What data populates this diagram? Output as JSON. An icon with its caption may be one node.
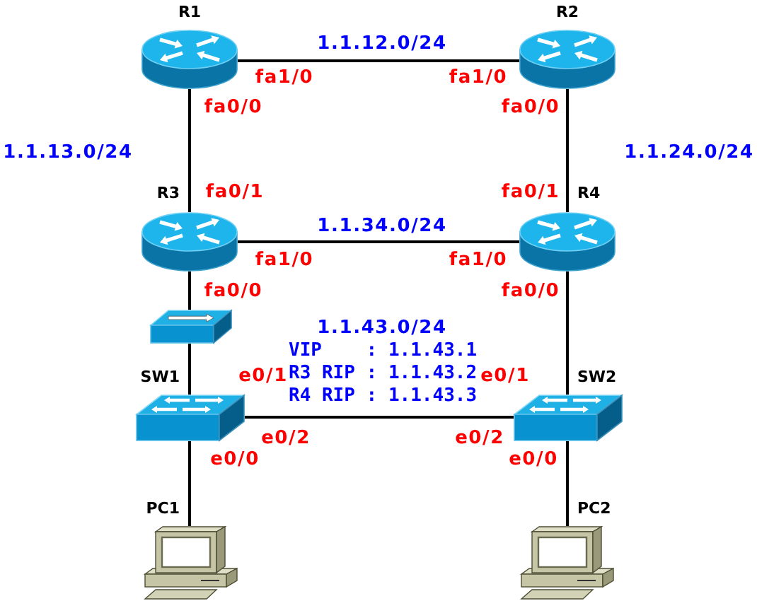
{
  "diagram": {
    "nodes": [
      {
        "text": [
          "R1"
        ],
        "beside": [
          "fa1/0",
          "fa0/0"
        ]
      },
      {
        "text": [
          "R2"
        ],
        "beside": [
          "fa1/0",
          "fa0/0"
        ]
      },
      {
        "text": [
          "R3"
        ],
        "beside": [
          "fa0/1",
          "fa1/0",
          "fa0/0"
        ]
      },
      {
        "text": [
          "R4"
        ],
        "beside": [
          "fa0/1",
          "fa1/0",
          "fa0/0"
        ]
      },
      {
        "text": [],
        "shape": "picture"
      },
      {
        "text": [
          "SW1"
        ],
        "beside": [
          "e0/1",
          "e0/2",
          "e0/0"
        ]
      },
      {
        "text": [
          "SW2"
        ],
        "beside": [
          "e0/1",
          "e0/2",
          "e0/0"
        ]
      },
      {
        "text": [
          "PC1"
        ]
      },
      {
        "text": [
          "PC2"
        ]
      }
    ],
    "edges": [
      {
        "from": 0,
        "to": 1,
        "arrow": "none",
        "label": "1.1.12.0/24"
      },
      {
        "from": 0,
        "to": 2,
        "arrow": "none",
        "label": "1.1.13.0/24"
      },
      {
        "from": 1,
        "to": 3,
        "arrow": "none",
        "label": "1.1.24.0/24"
      },
      {
        "from": 2,
        "to": 3,
        "arrow": "none",
        "label": "1.1.34.0/24"
      },
      {
        "from": 2,
        "to": 4,
        "arrow": "none"
      },
      {
        "from": 4,
        "to": 5,
        "arrow": "none"
      },
      {
        "from": 3,
        "to": 6,
        "arrow": "none"
      },
      {
        "from": 5,
        "to": 6,
        "arrow": "none"
      },
      {
        "from": 5,
        "to": 7,
        "arrow": "none"
      },
      {
        "from": 6,
        "to": 8,
        "arrow": "none"
      }
    ],
    "labels": [
      "1.1.43.0/24",
      "VIP    : 1.1.43.1",
      "R3 RIP : 1.1.43.2",
      "R4 RIP : 1.1.43.3"
    ]
  }
}
